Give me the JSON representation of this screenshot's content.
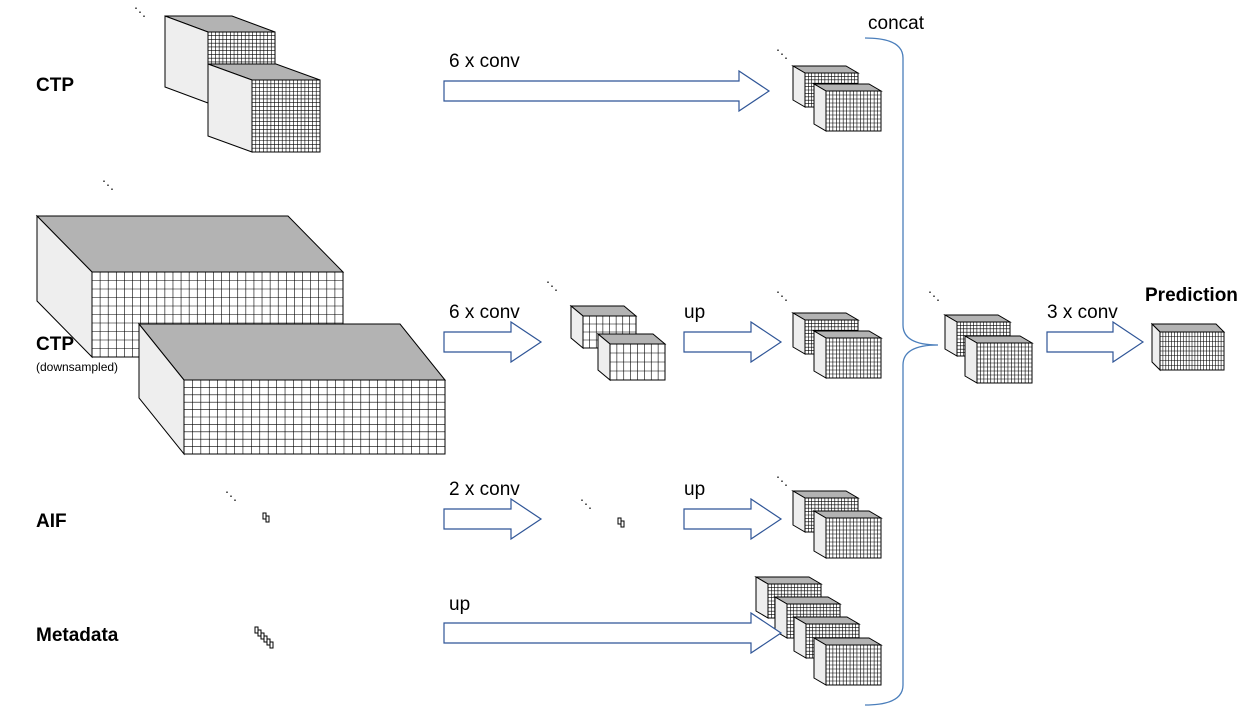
{
  "inputs": {
    "ctp_label": "CTP",
    "ctp_ds_label": "CTP",
    "ctp_ds_sublabel": "(downsampled)",
    "aif_label": "AIF",
    "metadata_label": "Metadata"
  },
  "operations": {
    "ctp_conv": "6 x conv",
    "ctp_ds_conv": "6 x conv",
    "ctp_ds_up": "up",
    "aif_conv": "2 x conv",
    "aif_up": "up",
    "metadata_up": "up",
    "concat": "concat",
    "final_conv": "3 x conv"
  },
  "output": {
    "label": "Prediction"
  },
  "ellipsis": "⋱",
  "colors": {
    "arrow_stroke": "#2f5597",
    "brace_stroke": "#4a7ebb",
    "block_top": "#b3b3b3",
    "block_side": "#eeeeee",
    "block_front": "#ffffff",
    "grid_line": "#000000"
  }
}
